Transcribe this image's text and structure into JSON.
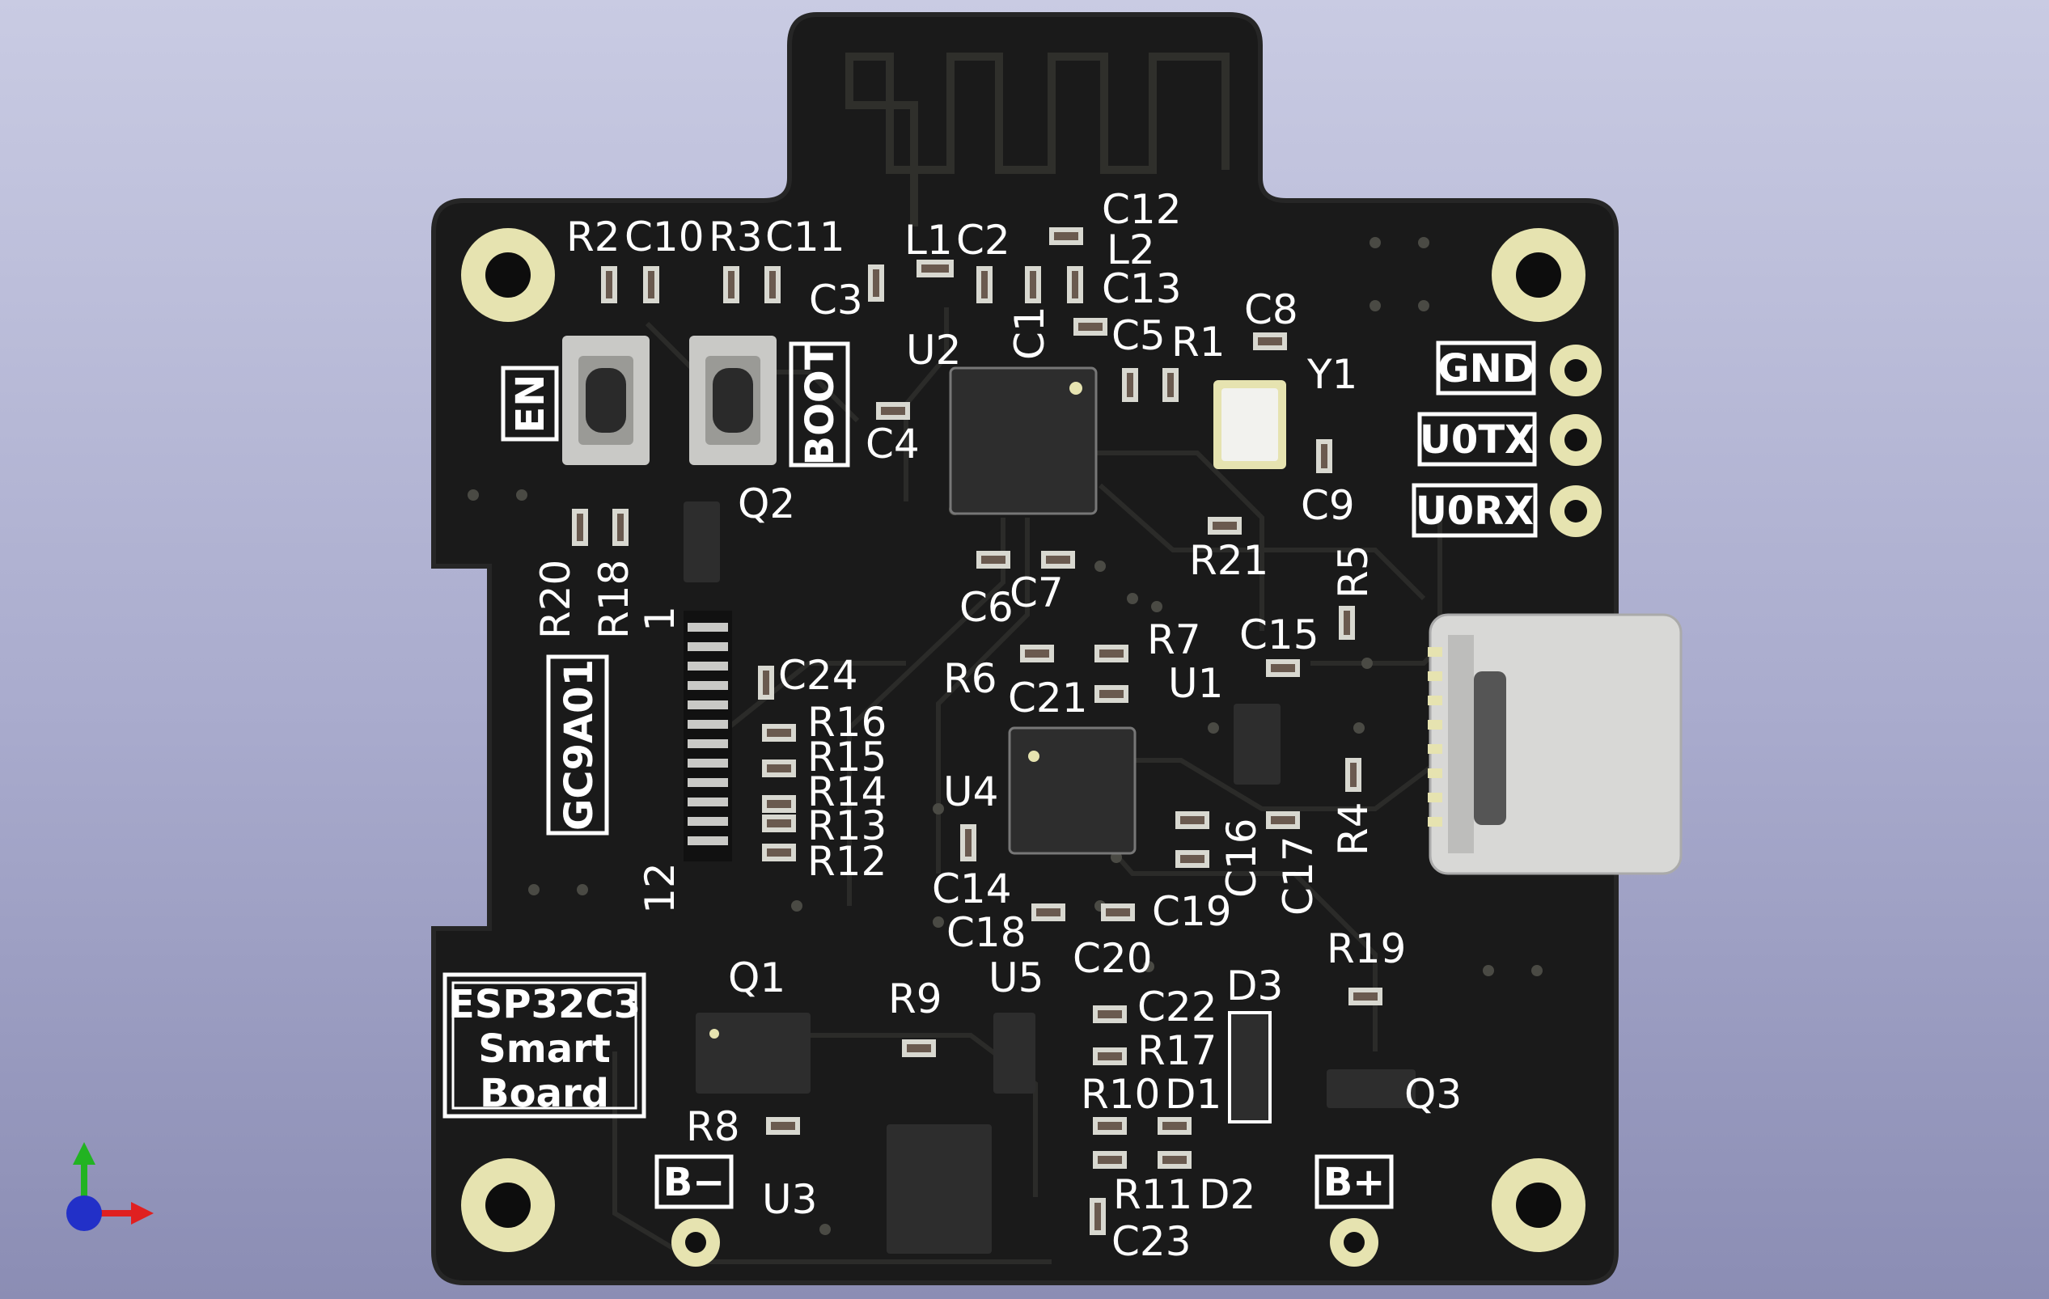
{
  "viewer": {
    "title": "3D Viewer",
    "axis_icon": "xyz-axis-gizmo-icon"
  },
  "board": {
    "title_lines": [
      "ESP32C3",
      "Smart",
      "Board"
    ],
    "buttons": {
      "en": "EN",
      "boot": "BOOT"
    },
    "pins": [
      "GND",
      "U0TX",
      "U0RX"
    ],
    "battery": {
      "neg": "B−",
      "pos": "B+"
    },
    "connector_label": "GC9A01",
    "connector_pin_first": "1",
    "connector_pin_last": "12",
    "colors": {
      "pcb": "#1b1b1b",
      "silk": "#ffffff",
      "pad": "#e6e3b0",
      "copper": "#2c2c2a"
    }
  },
  "refs": {
    "R2": "R2",
    "C10": "C10",
    "R3": "R3",
    "C11": "C11",
    "L1": "L1",
    "C2": "C2",
    "C12": "C12",
    "L2": "L2",
    "C13": "C13",
    "C3": "C3",
    "C1": "C1",
    "C5": "C5",
    "R1": "R1",
    "C8": "C8",
    "U2": "U2",
    "Y1": "Y1",
    "C4": "C4",
    "C9": "C9",
    "Q2": "Q2",
    "R21": "R21",
    "R5": "R5",
    "R20": "R20",
    "R18": "R18",
    "C6": "C6",
    "C7": "C7",
    "R7": "R7",
    "C15": "C15",
    "R6": "R6",
    "C21": "C21",
    "U1": "U1",
    "C24": "C24",
    "R16": "R16",
    "R15": "R15",
    "R14": "R14",
    "R13": "R13",
    "R12": "R12",
    "U4": "U4",
    "R4": "R4",
    "C16": "C16",
    "C17": "C17",
    "C14": "C14",
    "C18": "C18",
    "C19": "C19",
    "C20": "C20",
    "R19": "R19",
    "Q1": "Q1",
    "R9": "R9",
    "U5": "U5",
    "C22": "C22",
    "D3": "D3",
    "R17": "R17",
    "Q3": "Q3",
    "R10": "R10",
    "D1": "D1",
    "R8": "R8",
    "U3": "U3",
    "R11": "R11",
    "D2": "D2",
    "C23": "C23"
  }
}
